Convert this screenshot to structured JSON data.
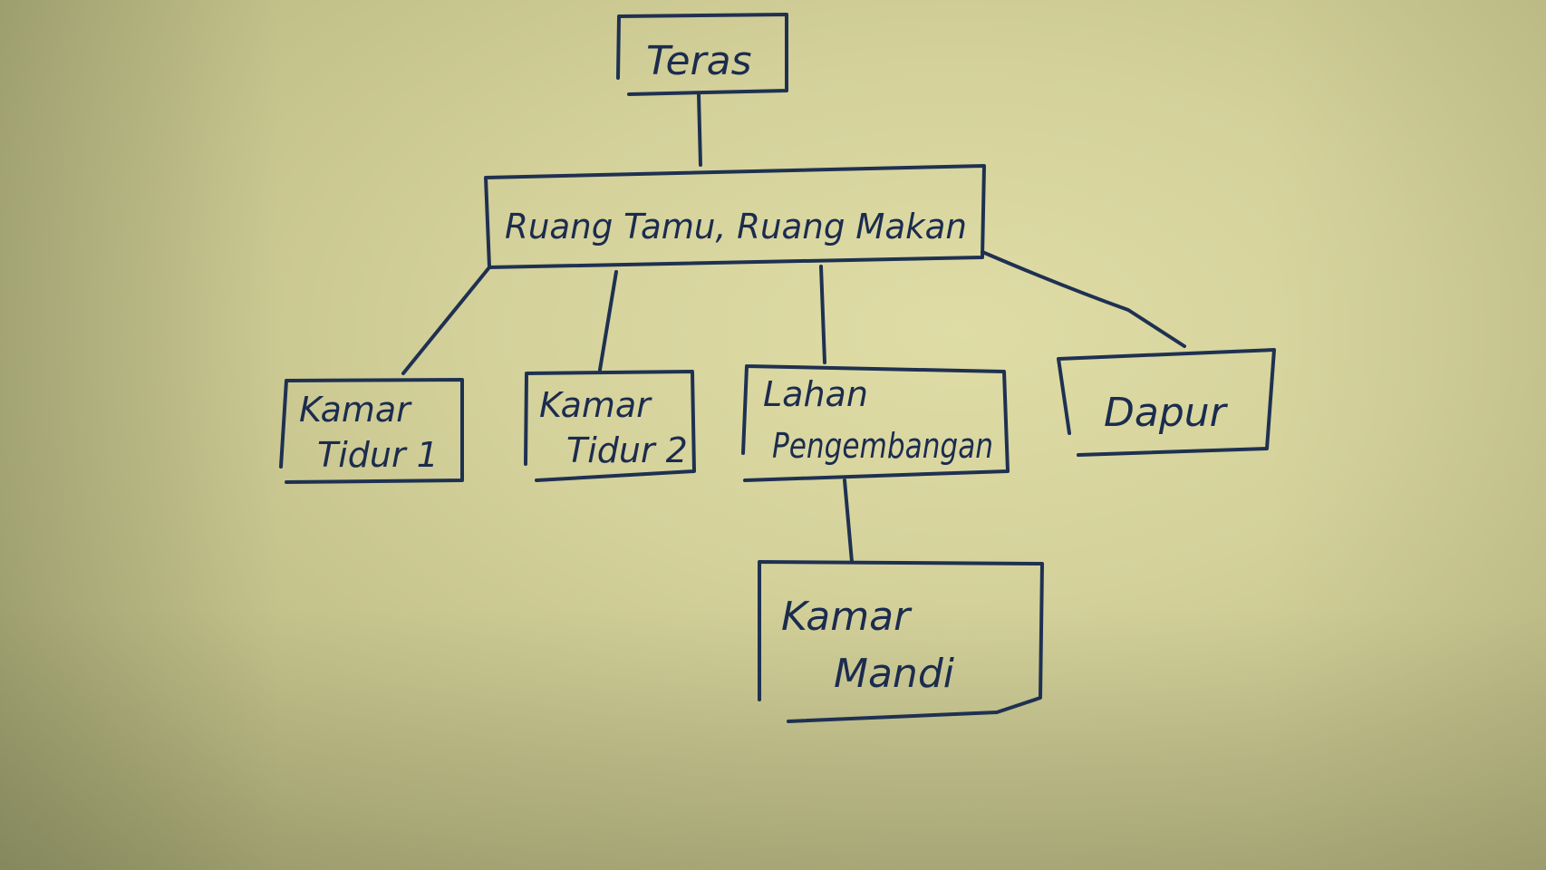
{
  "diagram": {
    "ink_color": "#1f3151",
    "paper_color": "#d4d19b",
    "nodes": {
      "teras": {
        "label": "Teras"
      },
      "ruang_tamu": {
        "label": "Ruang Tamu, Ruang Makan"
      },
      "kamar_tidur_1": {
        "line1": "Kamar",
        "line2": "Tidur 1"
      },
      "kamar_tidur_2": {
        "line1": "Kamar",
        "line2": "Tidur 2"
      },
      "lahan": {
        "line1": "Lahan",
        "line2": "Pengembangan"
      },
      "dapur": {
        "label": "Dapur"
      },
      "kamar_mandi": {
        "line1": "Kamar",
        "line2": "Mandi"
      }
    },
    "edges": [
      {
        "from": "teras",
        "to": "ruang_tamu"
      },
      {
        "from": "ruang_tamu",
        "to": "kamar_tidur_1"
      },
      {
        "from": "ruang_tamu",
        "to": "kamar_tidur_2"
      },
      {
        "from": "ruang_tamu",
        "to": "lahan"
      },
      {
        "from": "ruang_tamu",
        "to": "dapur"
      },
      {
        "from": "lahan",
        "to": "kamar_mandi"
      }
    ]
  }
}
